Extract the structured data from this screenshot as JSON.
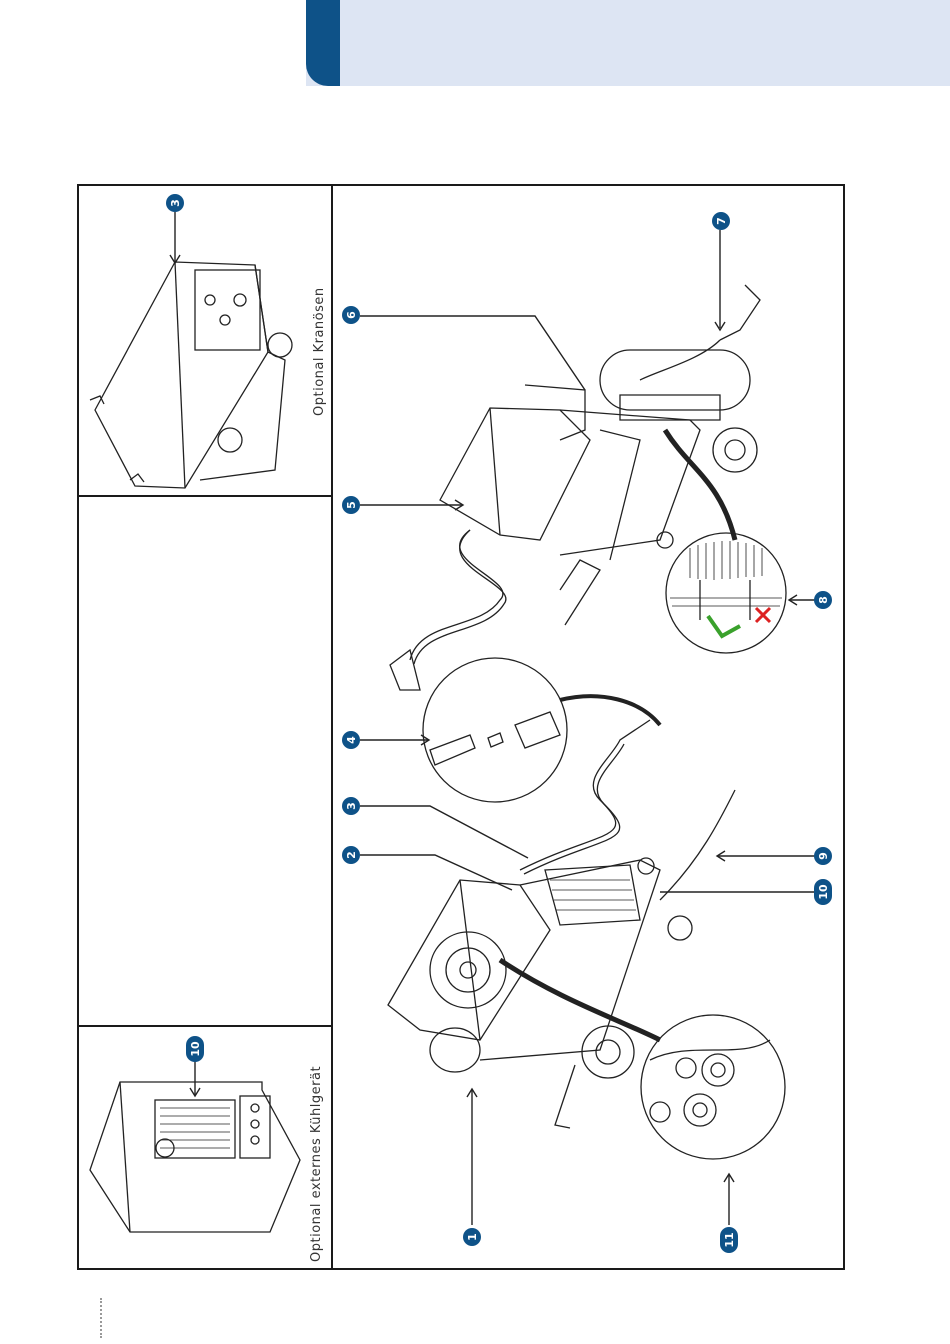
{
  "header": {
    "accent_color": "#0e5288",
    "band_color": "#dde5f3"
  },
  "insets": {
    "top_caption": "Optional Kranösen",
    "bottom_caption": "Optional externes Kühlgerät"
  },
  "callouts": [
    "1",
    "2",
    "3",
    "4",
    "5",
    "6",
    "7",
    "8",
    "9",
    "10",
    "11"
  ],
  "inset_callouts": {
    "top": "3",
    "bottom": "10"
  },
  "icons": [
    "check-icon",
    "cross-icon"
  ]
}
